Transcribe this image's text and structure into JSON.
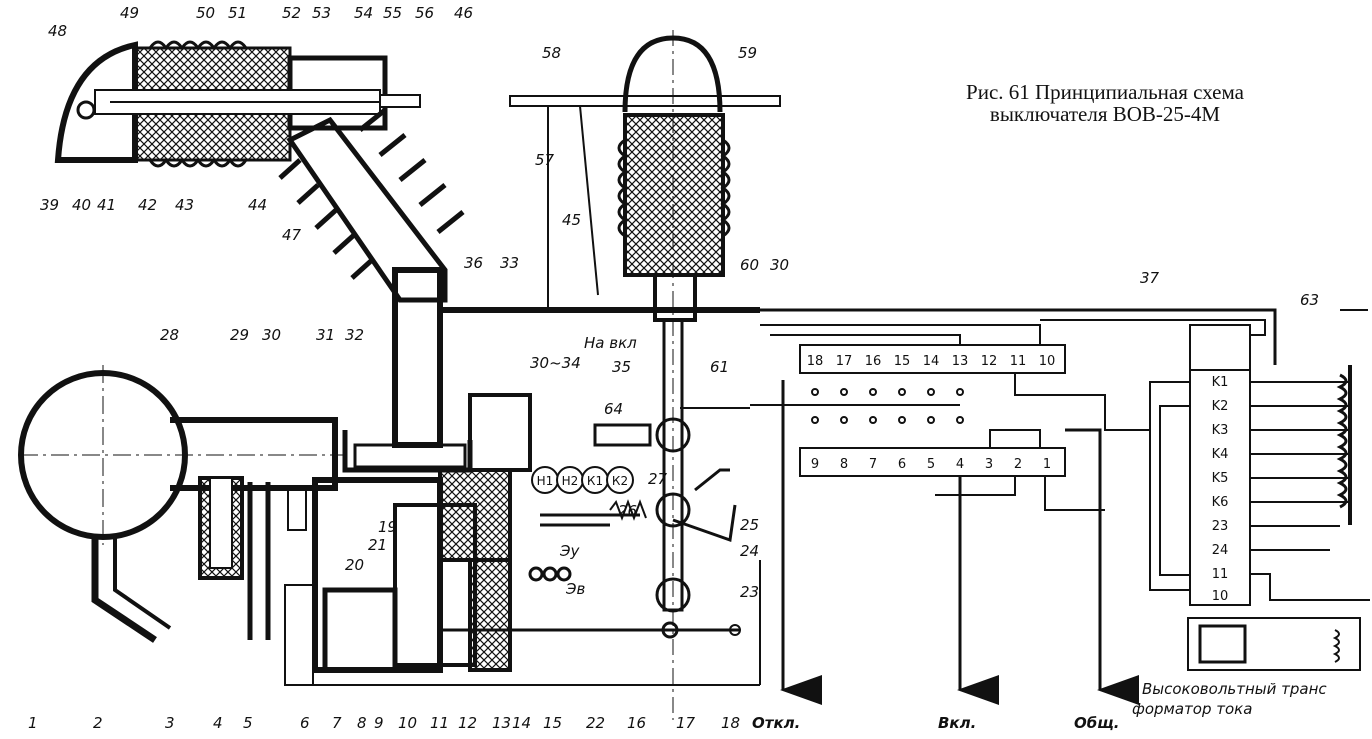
{
  "caption": {
    "line1": "Рис. 61  Принципиальная схема",
    "line2": "выключателя ВОВ-25-4М"
  },
  "callouts": {
    "1": "1",
    "2": "2",
    "3": "3",
    "4": "4",
    "5": "5",
    "6": "6",
    "7": "7",
    "8": "8",
    "9": "9",
    "10": "10",
    "11": "11",
    "12": "12",
    "13": "13",
    "14": "14",
    "15": "15",
    "16": "16",
    "17": "17",
    "18": "18",
    "19": "19",
    "20": "20",
    "21": "21",
    "22": "22",
    "23": "23",
    "24": "24",
    "25": "25",
    "26": "26",
    "27": "27",
    "28": "28",
    "29": "29",
    "30": "30",
    "31": "31",
    "32": "32",
    "33": "33",
    "36": "36",
    "37": "37",
    "39": "39",
    "40": "40",
    "41": "41",
    "42": "42",
    "43": "43",
    "44": "44",
    "45": "45",
    "46": "46",
    "47": "47",
    "48": "48",
    "49": "49",
    "50": "50",
    "51": "51",
    "52": "52",
    "53": "53",
    "54": "54",
    "55": "55",
    "56": "56",
    "57": "57",
    "58": "58",
    "59": "59",
    "60": "60",
    "61": "61",
    "63": "63",
    "64": "64",
    "35": "35",
    "60_30": "30",
    "range_30_34": "30~34",
    "ey": "Эу",
    "eb": "Эв"
  },
  "labels": {
    "na_vkl": "На вкл",
    "otkl": "Откл.",
    "vkl": "Вкл.",
    "obsh": "Общ.",
    "transformer_line1": "Высоковольтный транс",
    "transformer_line2": "форматор тока"
  },
  "terminals_top": [
    "18",
    "17",
    "16",
    "15",
    "14",
    "13",
    "12",
    "11",
    "10"
  ],
  "terminals_bottom": [
    "9",
    "8",
    "7",
    "6",
    "5",
    "4",
    "3",
    "2",
    "1"
  ],
  "relay_block": [
    "K1",
    "K2",
    "K3",
    "K4",
    "K5",
    "K6",
    "23",
    "24",
    "11",
    "10"
  ],
  "coils": [
    "Н1",
    "Н2",
    "К1",
    "К2"
  ]
}
